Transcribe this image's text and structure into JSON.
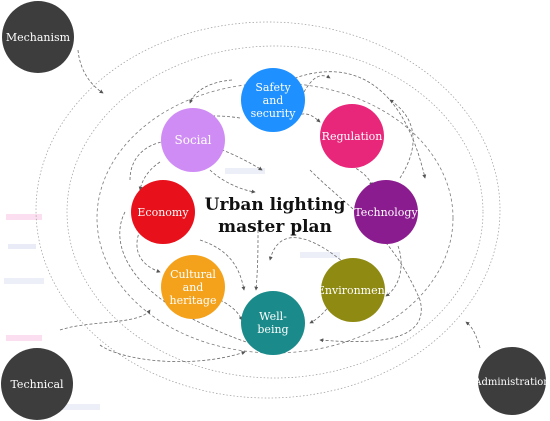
{
  "title": {
    "line1": "Urban lighting",
    "line2": "master plan"
  },
  "nodes": {
    "safety": {
      "lines": [
        "Safety",
        "and",
        "security"
      ],
      "color": "#1e90ff"
    },
    "regulation": {
      "lines": [
        "Regulation"
      ],
      "color": "#e8267a"
    },
    "social": {
      "lines": [
        "Social"
      ],
      "color": "#cf8cf5"
    },
    "technology": {
      "lines": [
        "Technology"
      ],
      "color": "#8b1c8f"
    },
    "economy": {
      "lines": [
        "Economy"
      ],
      "color": "#e8101a"
    },
    "environment": {
      "lines": [
        "Environment"
      ],
      "color": "#8f8a12"
    },
    "cultural": {
      "lines": [
        "Cultural",
        "and",
        "heritage"
      ],
      "color": "#f4a21c"
    },
    "wellbeing": {
      "lines": [
        "Well-",
        "being"
      ],
      "color": "#1a8a8a"
    }
  },
  "outer": {
    "mechanism": "Mechanism",
    "technical": "Technical",
    "administration": "Administration",
    "color": "#3d3d3d"
  }
}
